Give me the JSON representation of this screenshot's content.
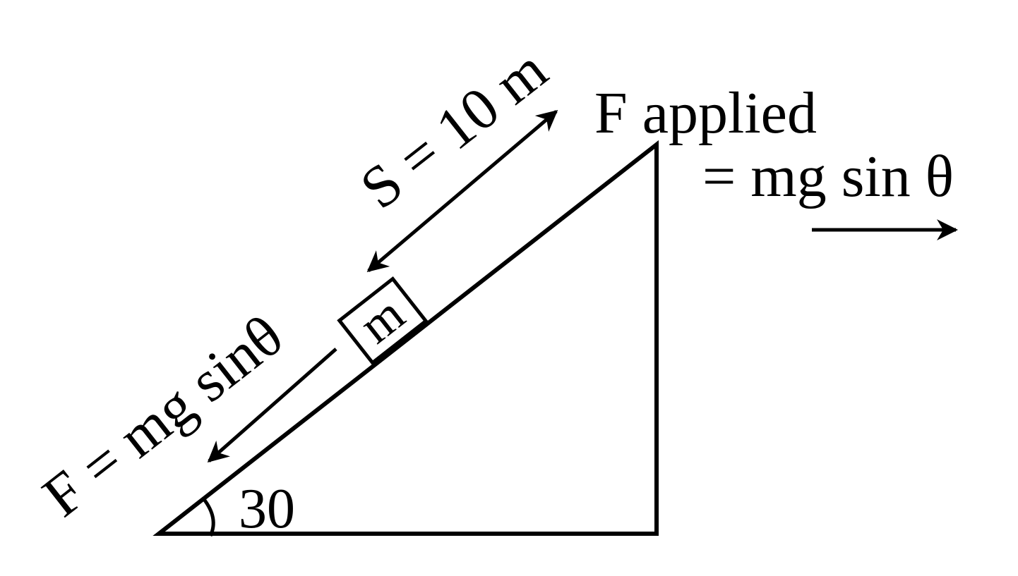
{
  "labels": {
    "displacement": "S = 10 m",
    "force_down": "F = mg sinθ",
    "applied_line1": "F applied",
    "applied_line2": "= mg sin θ",
    "angle": "30",
    "mass": "m"
  },
  "colors": {
    "ink": "#000000",
    "background": "#ffffff"
  }
}
